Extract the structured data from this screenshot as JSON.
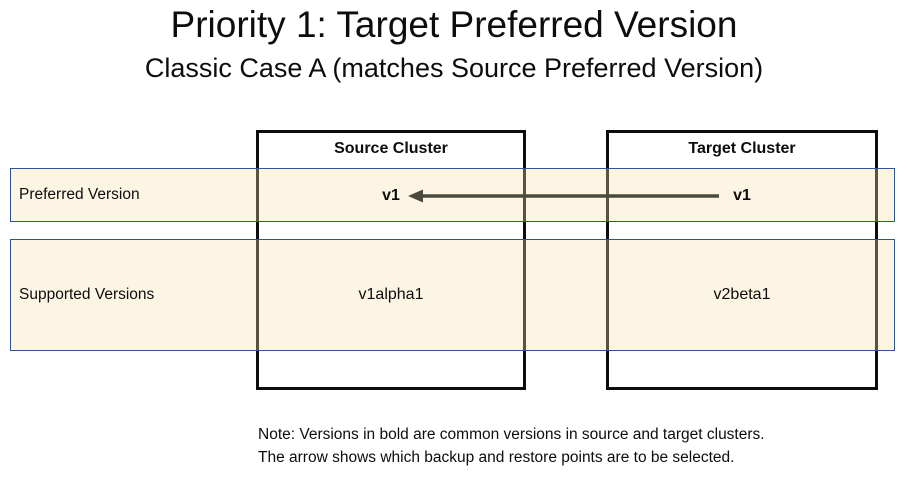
{
  "title": "Priority 1: Target Preferred Version",
  "subtitle": "Classic Case A (matches Source Preferred Version)",
  "rows": [
    {
      "label": "Preferred Version"
    },
    {
      "label": "Supported Versions"
    }
  ],
  "clusters": [
    {
      "name": "Source Cluster",
      "preferred_version": "v1",
      "supported_versions": "v1alpha1"
    },
    {
      "name": "Target Cluster",
      "preferred_version": "v1",
      "supported_versions": "v2beta1"
    }
  ],
  "arrow": {
    "direction": "target-to-source",
    "meaning": "restore point selects backup point v1"
  },
  "note": {
    "line1": "Note: Versions in bold are common versions in source and target clusters.",
    "line2": "The arrow shows which backup and restore points are to be selected."
  },
  "colors": {
    "band_fill_apparent": "#FDF6E8",
    "band_border": "#2F5496",
    "box_border": "#0D0D0D",
    "arrow": "#4A4A3C",
    "text": "#0D0D0D",
    "background": "#FFFFFF"
  }
}
